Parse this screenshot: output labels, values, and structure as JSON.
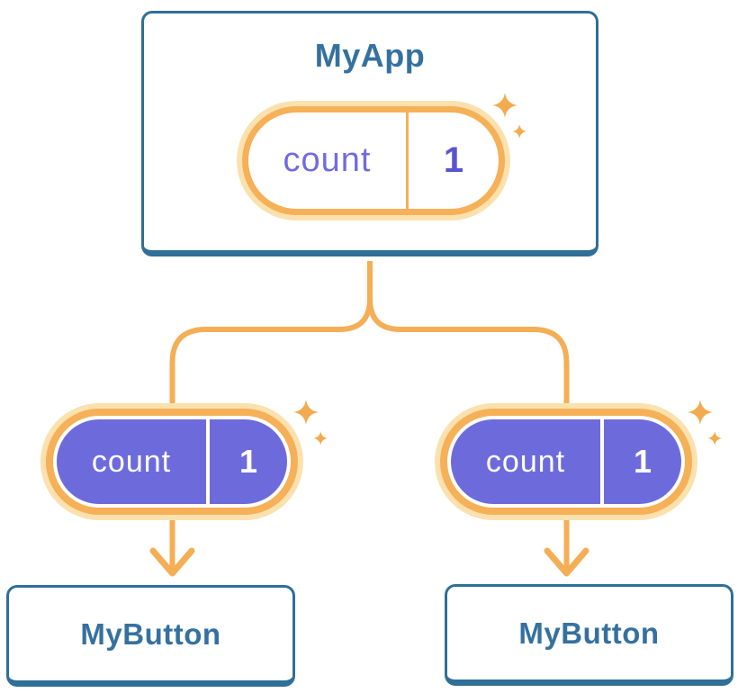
{
  "diagram": {
    "title_note": "React component tree diagram",
    "root": {
      "title": "MyApp",
      "state": {
        "name": "count",
        "value": "1"
      }
    },
    "children": [
      {
        "title": "MyButton",
        "prop": {
          "name": "count",
          "value": "1"
        }
      },
      {
        "title": "MyButton",
        "prop": {
          "name": "count",
          "value": "1"
        }
      }
    ],
    "icons": {
      "sparkles": "✦✧ four-point sparkle stars"
    },
    "colors": {
      "background": "#ffffff",
      "card_border": "#2f6f98",
      "card_fill": "#ffffff",
      "heading_text": "#35719f",
      "connector": "#f4ae55",
      "pill_ring": "#f6b057",
      "pill_halo": "#fbe1ae",
      "state_name": "#6f6ce2",
      "state_value": "#5a54d1",
      "prop_fill": "#6d6bdc",
      "prop_text": "#ffffff",
      "sparkle": "#f2ab4e"
    }
  }
}
